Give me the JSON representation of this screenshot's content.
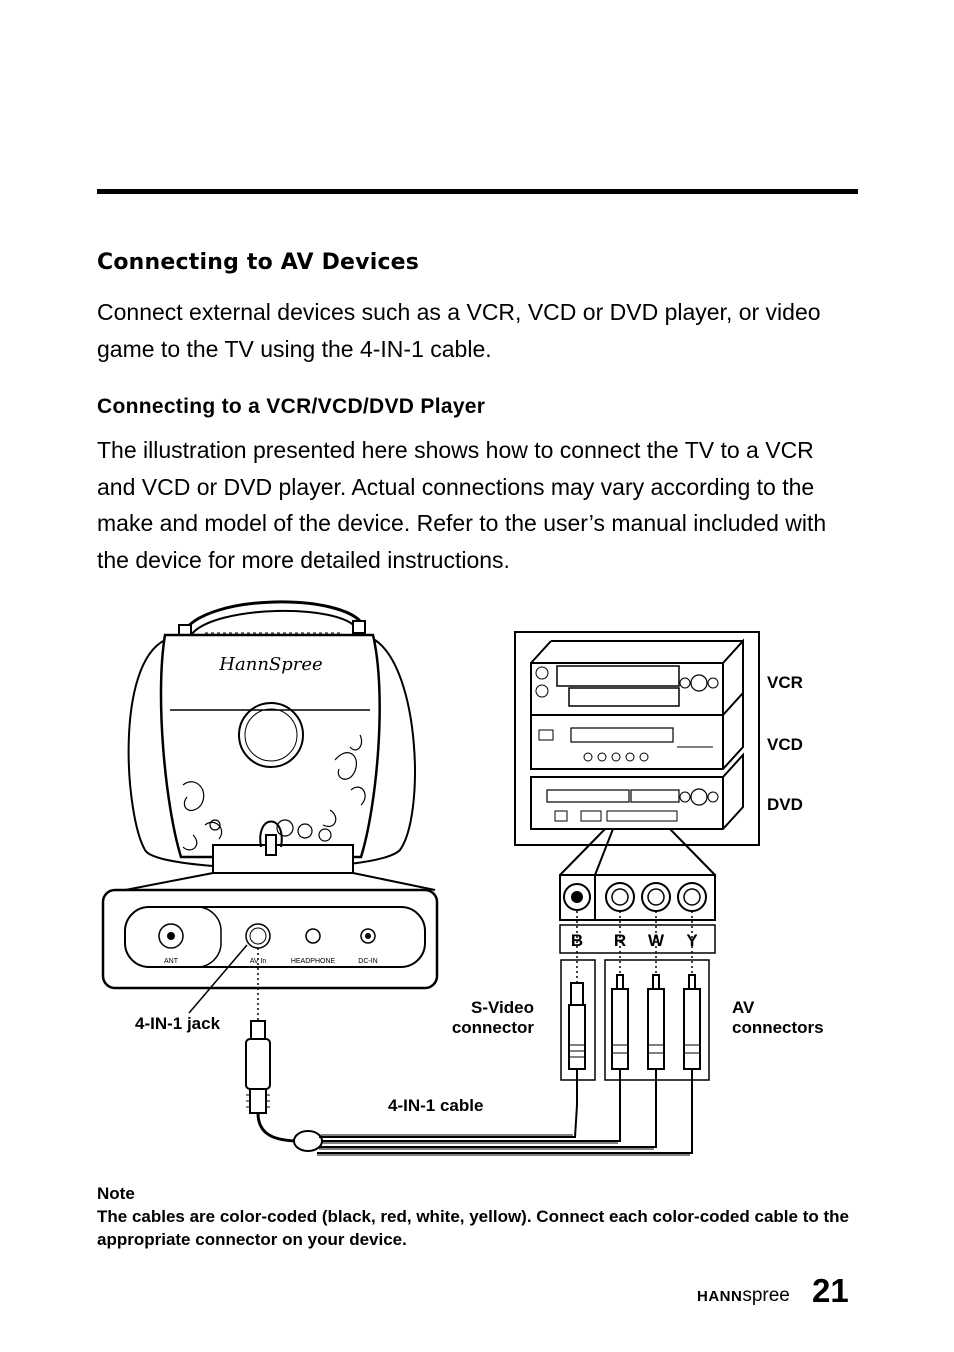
{
  "section_title": "Connecting to AV Devices",
  "intro": "Connect external devices such as a VCR, VCD or DVD player, or video game to the TV using the 4-IN-1 cable.",
  "subsection_title": "Connecting to a VCR/VCD/DVD Player",
  "body": "The illustration presented here shows how to connect the TV to a VCR and VCD or DVD player. Actual connections may vary according to the make and model of the device. Refer to the user’s manual included with the device for more detailed instructions.",
  "figure": {
    "tv_logo": "HannSpree",
    "panel_ports": [
      "ANT",
      "AV In",
      "HEADPHONE",
      "DC-IN"
    ],
    "devices": [
      "VCR",
      "VCD",
      "DVD"
    ],
    "connector_letters": [
      "B",
      "R",
      "W",
      "Y"
    ],
    "labels": {
      "jack": "4-IN-1 jack",
      "svideo_line1": "S-Video",
      "svideo_line2": "connector",
      "av_line1": "AV",
      "av_line2": "connectors",
      "cable": "4-IN-1 cable"
    }
  },
  "note": {
    "title": "Note",
    "text": "The cables are color-coded (black, red, white, yellow). Connect each color-coded cable to the appropriate connector on your device."
  },
  "footer": {
    "brand_bold": "HANN",
    "brand_light": "spree",
    "page_number": "21"
  }
}
